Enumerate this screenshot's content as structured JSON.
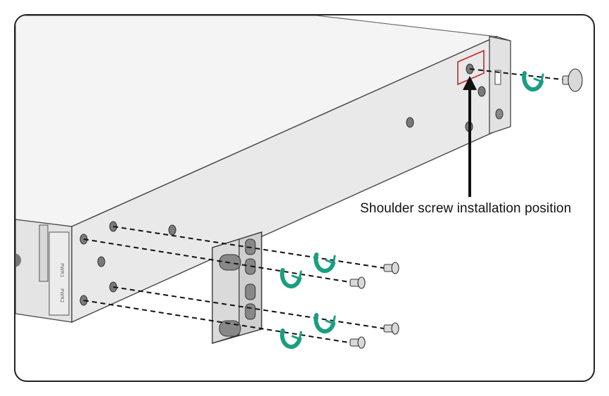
{
  "callout": {
    "label": "Shoulder screw installation position"
  },
  "panel_labels": {
    "pwr1": "PWR1",
    "pwr2": "PWR2"
  },
  "colors": {
    "rotation_arrow": "#1a9e80",
    "callout_box": "#cc2222",
    "device_top": "#f3f3f3",
    "device_side": "#e6e6e6",
    "bracket": "#d2d2d2"
  },
  "icons": [
    "rotate-arrow-icon",
    "screw-icon",
    "shoulder-screw-icon",
    "pointer-arrow-icon"
  ]
}
